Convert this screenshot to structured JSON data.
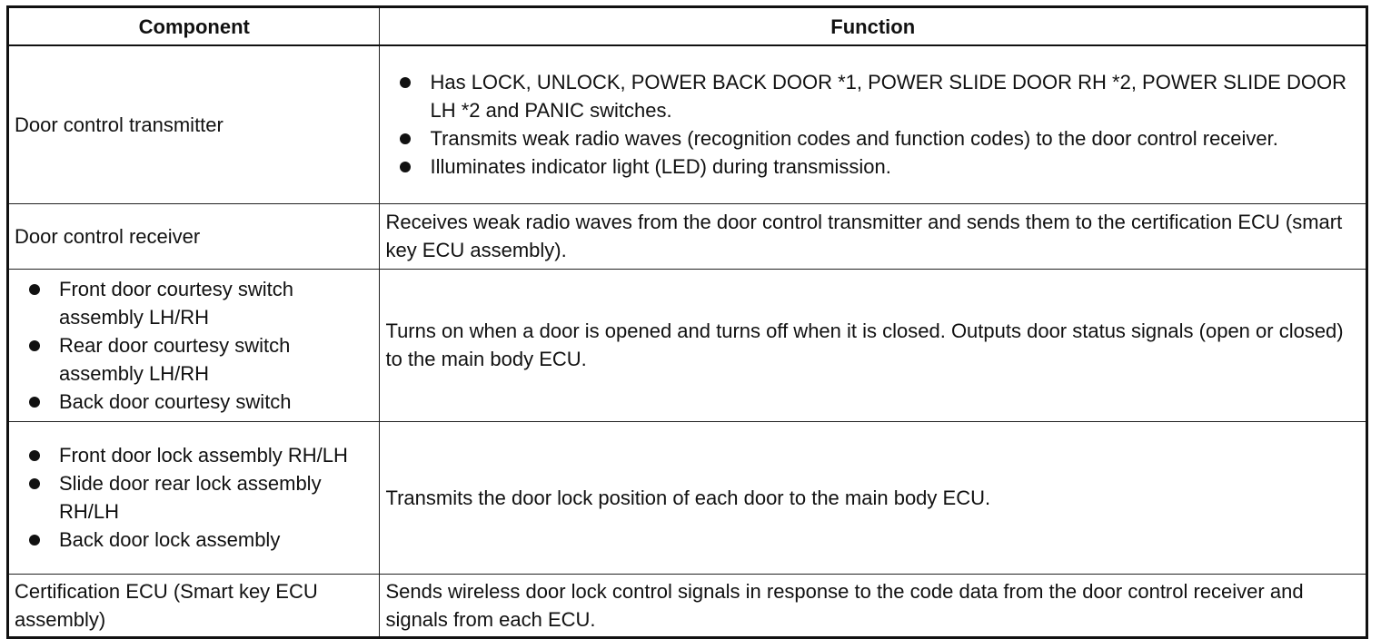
{
  "table": {
    "headers": {
      "component": "Component",
      "function": "Function"
    },
    "rows": [
      {
        "component": "Door control transmitter",
        "function_items": [
          "Has LOCK, UNLOCK, POWER BACK DOOR *1, POWER SLIDE DOOR RH *2, POWER SLIDE DOOR LH *2 and PANIC switches.",
          "Transmits weak radio waves (recognition codes and function codes) to the door control receiver.",
          "Illuminates indicator light (LED) during transmission."
        ]
      },
      {
        "component": "Door control receiver",
        "function": "Receives weak radio waves from the door control transmitter and sends them to the certification ECU (smart key ECU assembly)."
      },
      {
        "component_items": [
          "Front door courtesy switch assembly LH/RH",
          "Rear door courtesy switch assembly LH/RH",
          "Back door courtesy switch"
        ],
        "function": "Turns on when a door is opened and turns off when it is closed. Outputs door status signals (open or closed) to the main body ECU."
      },
      {
        "component_items": [
          "Front door lock assembly RH/LH",
          "Slide door rear lock assembly RH/LH",
          "Back door lock assembly"
        ],
        "function": "Transmits the door lock position of each door to the main body ECU."
      },
      {
        "component": "Certification ECU (Smart key ECU assembly)",
        "function": "Sends wireless door lock control signals in response to the code data from the door control receiver and signals from each ECU."
      }
    ]
  }
}
